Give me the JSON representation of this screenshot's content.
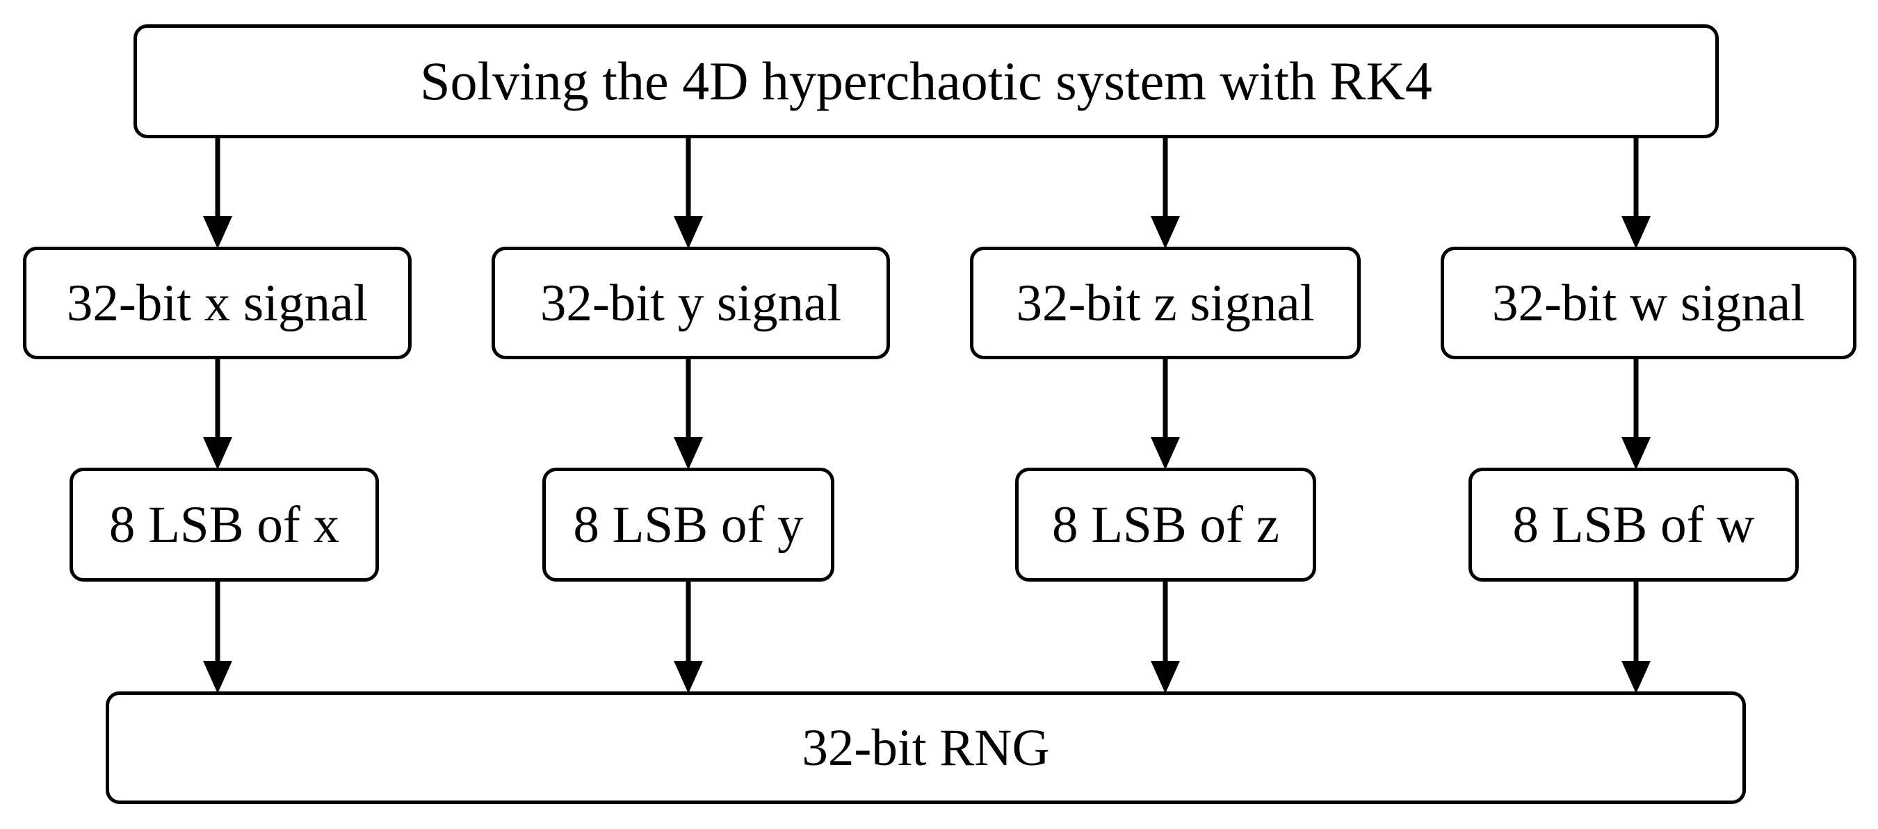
{
  "page": {
    "background_color": "#ffffff"
  },
  "diagram": {
    "type": "flowchart",
    "stroke_color": "#000000",
    "node_fill_color": "#ffffff",
    "text_color": "#000000",
    "nodes": {
      "solver": "Solving the 4D hyperchaotic system with RK4",
      "signal_x": "32-bit x signal",
      "signal_y": "32-bit y signal",
      "signal_z": "32-bit z signal",
      "signal_w": "32-bit w signal",
      "lsb_x": "8 LSB of x",
      "lsb_y": "8 LSB of y",
      "lsb_z": "8 LSB of z",
      "lsb_w": "8 LSB of w",
      "rng": "32-bit RNG"
    },
    "edges": [
      {
        "from": "solver",
        "to": "signal_x"
      },
      {
        "from": "solver",
        "to": "signal_y"
      },
      {
        "from": "solver",
        "to": "signal_z"
      },
      {
        "from": "solver",
        "to": "signal_w"
      },
      {
        "from": "signal_x",
        "to": "lsb_x"
      },
      {
        "from": "signal_y",
        "to": "lsb_y"
      },
      {
        "from": "signal_z",
        "to": "lsb_z"
      },
      {
        "from": "signal_w",
        "to": "lsb_w"
      },
      {
        "from": "lsb_x",
        "to": "rng"
      },
      {
        "from": "lsb_y",
        "to": "rng"
      },
      {
        "from": "lsb_z",
        "to": "rng"
      },
      {
        "from": "lsb_w",
        "to": "rng"
      }
    ]
  }
}
